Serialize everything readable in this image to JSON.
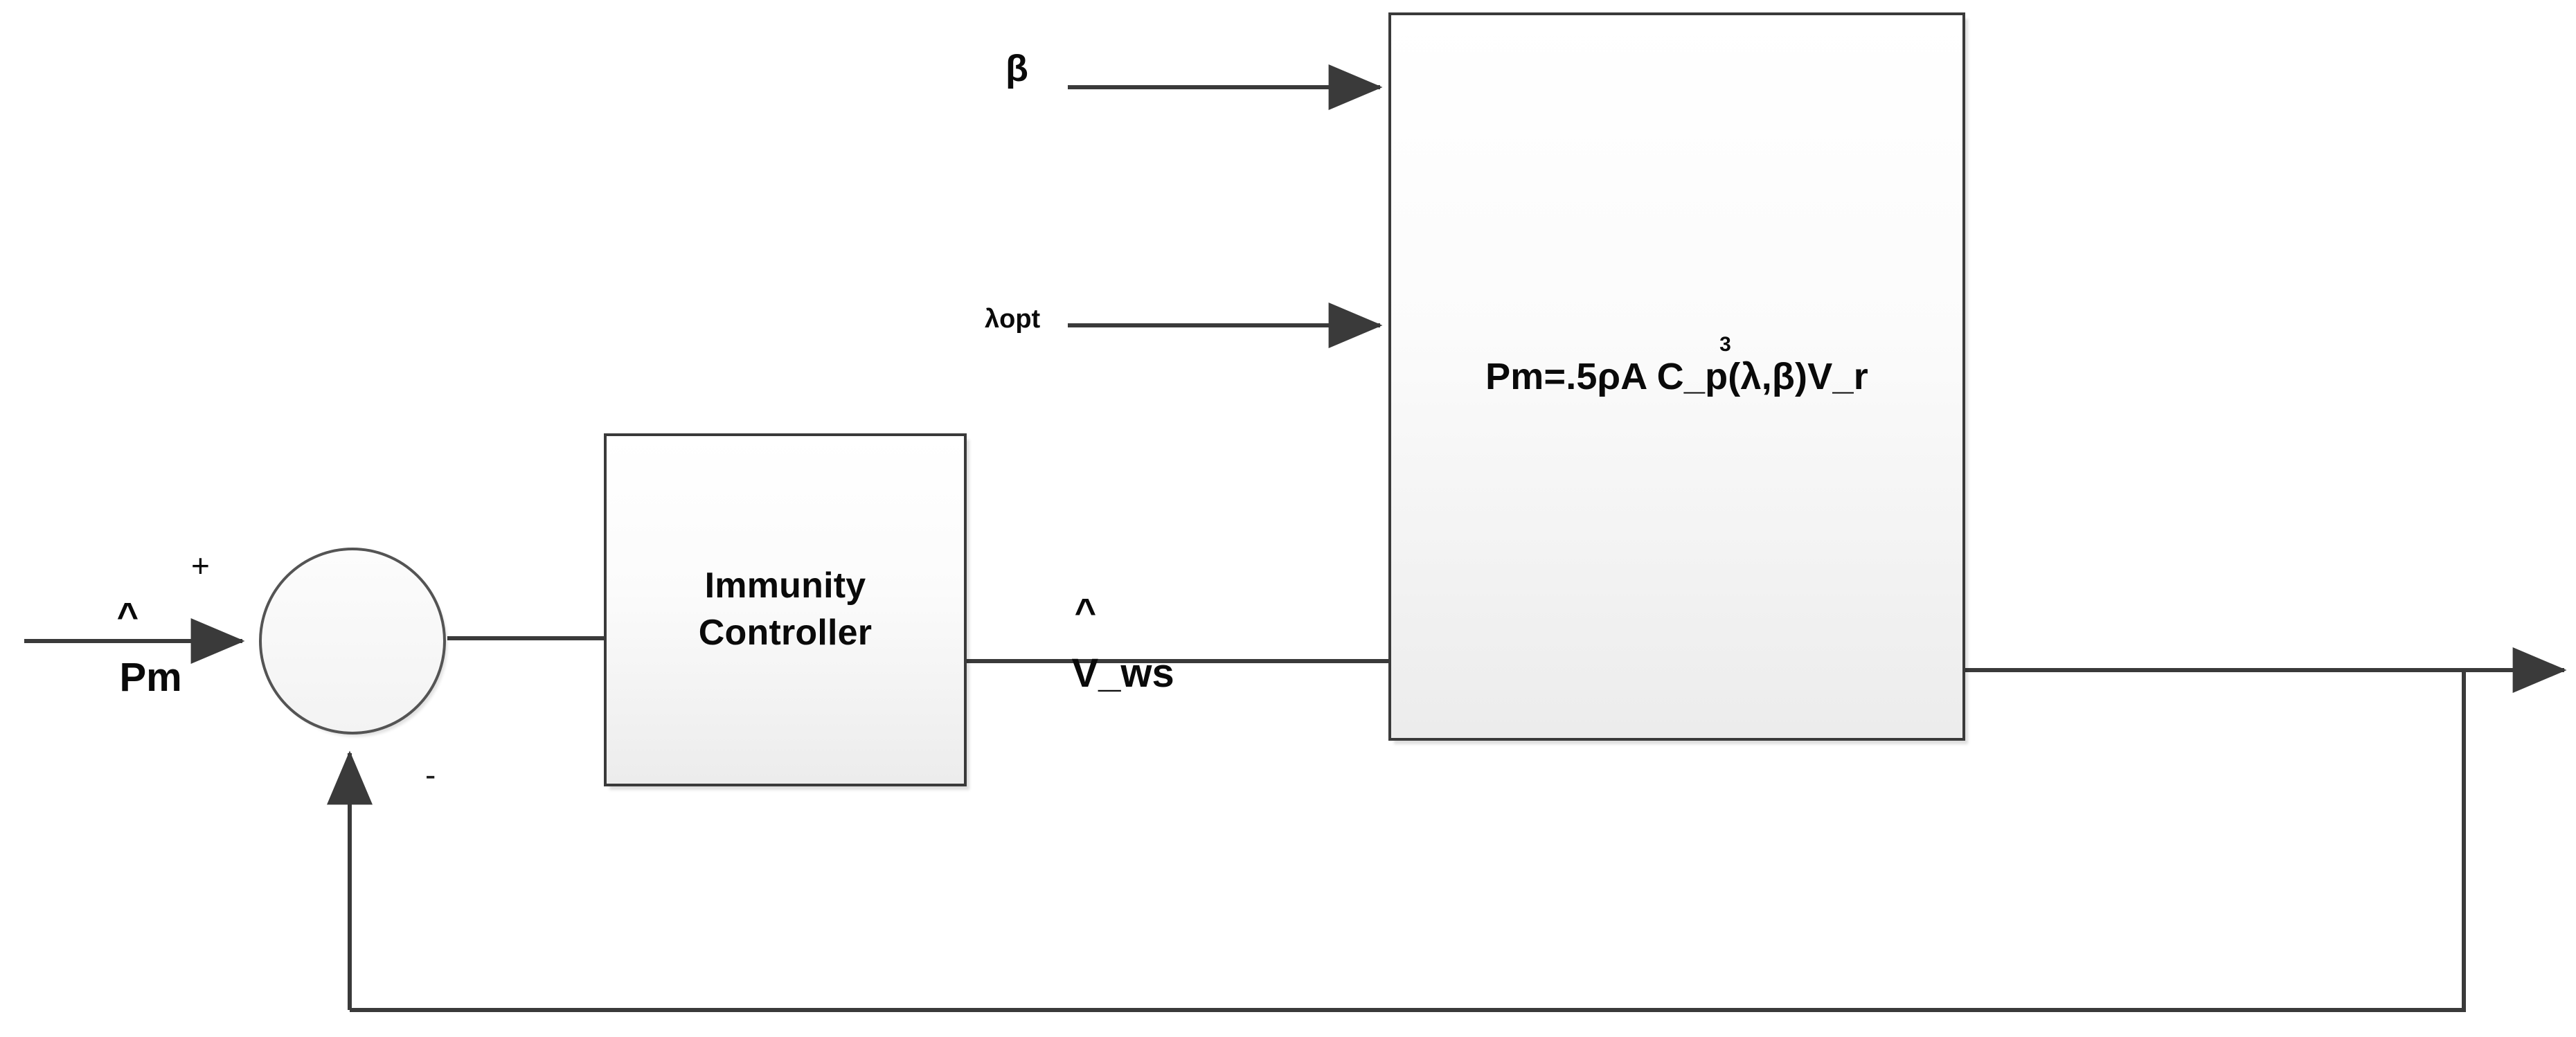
{
  "diagram": {
    "title": "Wind turbine immunity-controller feedback block diagram",
    "background_color": "#ffffff",
    "line_color": "#3a3a3a",
    "block_border_color": "#3a3a3a",
    "circle_border_color": "#545454"
  },
  "blocks": {
    "controller": {
      "label": "Immunity\nController"
    },
    "plant": {
      "equation": "Pm=.5ρA C_p(λ,β)V_r",
      "exponent": "3"
    }
  },
  "summing_junction": {
    "name": "summing-junction",
    "plus_sign": "+",
    "minus_sign": "-"
  },
  "signals": {
    "reference": {
      "hat": "^",
      "label": "Pm"
    },
    "controller_output": {
      "hat": "^",
      "label": "V_ws"
    },
    "pitch_angle": "β",
    "tip_speed_ratio": "λopt"
  }
}
